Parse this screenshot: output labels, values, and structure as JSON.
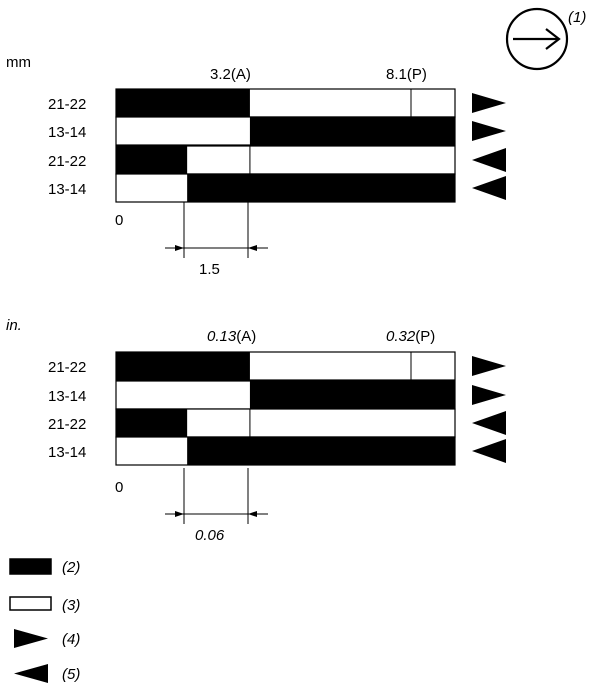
{
  "direction_ref": "(1)",
  "sections": [
    {
      "unit": "mm",
      "unit_italic": false,
      "mark_a": {
        "value": "3.2",
        "italic": false,
        "suffix": "(A)"
      },
      "mark_p": {
        "value": "8.1",
        "italic": false,
        "suffix": "(P)"
      },
      "zero": "0",
      "dimension": {
        "value": "1.5",
        "italic": false
      },
      "rows": [
        {
          "label": "21-22",
          "black_start": 0,
          "black_end": 3.2,
          "arrow": "right"
        },
        {
          "label": "13-14",
          "black_start": 3.2,
          "black_end": 8.1,
          "arrow": "right"
        },
        {
          "label": "21-22",
          "black_start": 0,
          "black_end": 1.7,
          "arrow": "left"
        },
        {
          "label": "13-14",
          "black_start": 1.7,
          "black_end": 8.1,
          "arrow": "left"
        }
      ]
    },
    {
      "unit": "in.",
      "unit_italic": true,
      "mark_a": {
        "value": "0.13",
        "italic": true,
        "suffix": "(A)"
      },
      "mark_p": {
        "value": "0.32",
        "italic": true,
        "suffix": "(P)"
      },
      "zero": "0",
      "dimension": {
        "value": "0.06",
        "italic": true
      },
      "rows": [
        {
          "label": "21-22",
          "black_start": 0,
          "black_end": 3.2,
          "arrow": "right"
        },
        {
          "label": "13-14",
          "black_start": 3.2,
          "black_end": 8.1,
          "arrow": "right"
        },
        {
          "label": "21-22",
          "black_start": 0,
          "black_end": 1.7,
          "arrow": "left"
        },
        {
          "label": "13-14",
          "black_start": 1.7,
          "black_end": 8.1,
          "arrow": "left"
        }
      ]
    }
  ],
  "legend": [
    {
      "kind": "black-bar",
      "label": "(2)"
    },
    {
      "kind": "white-bar",
      "label": "(3)"
    },
    {
      "kind": "arrow-right",
      "label": "(4)"
    },
    {
      "kind": "arrow-left",
      "label": "(5)"
    }
  ]
}
